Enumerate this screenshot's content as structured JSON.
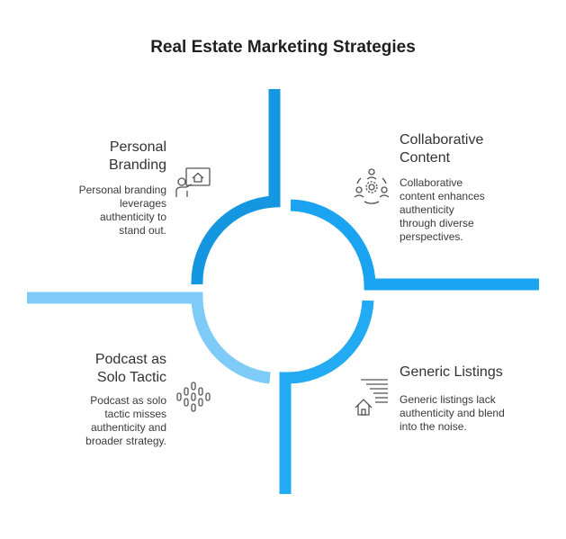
{
  "title": "Real Estate Marketing Strategies",
  "colors": {
    "top_left": "#1496e0",
    "top_right": "#1aa3f0",
    "bottom_left": "#7fcbf7",
    "bottom_right": "#22aaf2"
  },
  "quadrants": [
    {
      "heading_line1": "Personal",
      "heading_line2": "Branding",
      "desc_lines": [
        "Personal branding",
        "leverages",
        "authenticity to",
        "stand out."
      ],
      "icon": "person-house-presentation-icon"
    },
    {
      "heading_line1": "Collaborative",
      "heading_line2": "Content",
      "desc_lines": [
        "Collaborative",
        "content enhances",
        "authenticity",
        "through diverse",
        "perspectives."
      ],
      "icon": "team-gear-icon"
    },
    {
      "heading_line1": "Podcast as",
      "heading_line2": "Solo Tactic",
      "desc_lines": [
        "Podcast as solo",
        "tactic misses",
        "authenticity and",
        "broader strategy."
      ],
      "icon": "sound-wave-icon"
    },
    {
      "heading_line1": "Generic Listings",
      "heading_line2": "",
      "desc_lines": [
        "Generic listings lack",
        "authenticity and blend",
        "into the noise."
      ],
      "icon": "house-list-icon"
    }
  ]
}
